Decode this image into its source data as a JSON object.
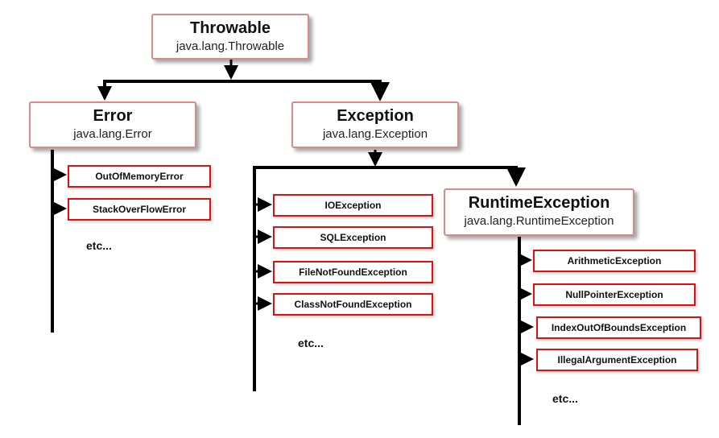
{
  "throwable": {
    "title": "Throwable",
    "pkg": "java.lang.Throwable"
  },
  "error": {
    "title": "Error",
    "pkg": "java.lang.Error",
    "children": [
      "OutOfMemoryError",
      "StackOverFlowError"
    ],
    "etc": "etc..."
  },
  "exception": {
    "title": "Exception",
    "pkg": "java.lang.Exception",
    "children": [
      "IOException",
      "SQLException",
      "FileNotFoundException",
      "ClassNotFoundException"
    ],
    "etc": "etc..."
  },
  "runtime": {
    "title": "RuntimeException",
    "pkg": "java.lang.RuntimeException",
    "children": [
      "ArithmeticException",
      "NullPointerException",
      "IndexOutOfBoundsException",
      "IllegalArgumentException"
    ],
    "etc": "etc..."
  },
  "colors": {
    "leaf_border": "#e01010",
    "box_border": "#d88a8a",
    "line": "#000000"
  }
}
